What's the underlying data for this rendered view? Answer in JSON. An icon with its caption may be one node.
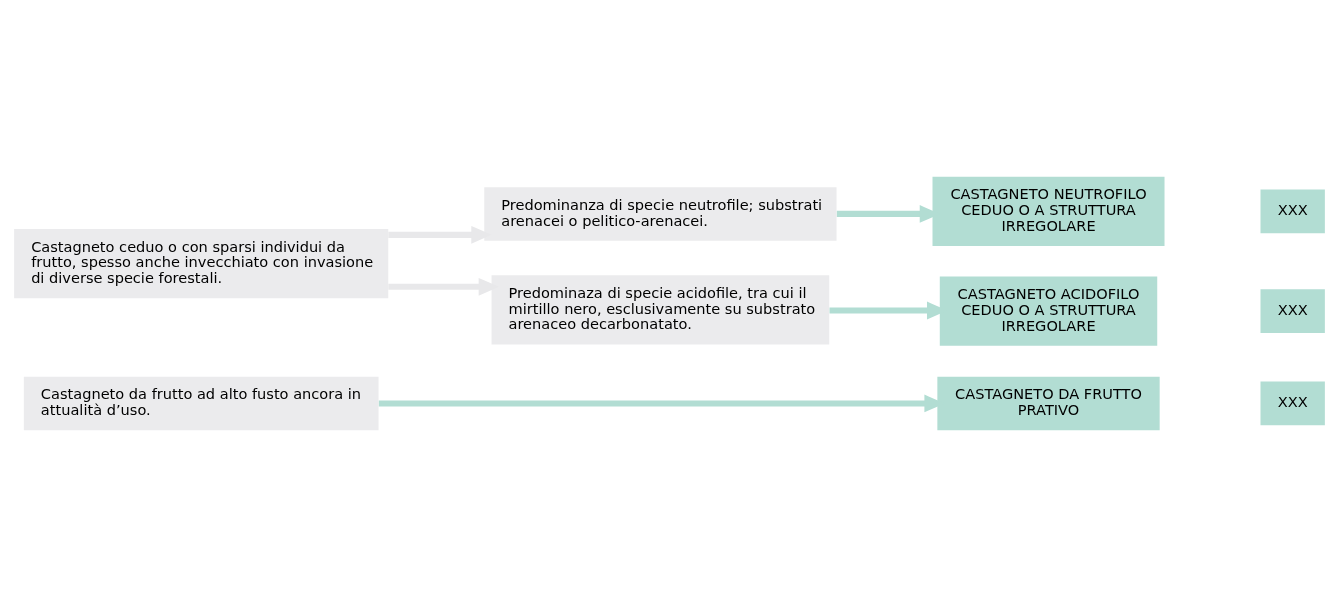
{
  "diagram": {
    "nodes": [
      {
        "text": [
          "Castagneto da frutto ad alto fusto ancora in attualità d’uso."
        ]
      },
      {
        "text": [
          "CASTAGNETO DA FRUTTO PRATIVO"
        ]
      },
      {
        "text": [
          "XXX"
        ]
      },
      {
        "text": [
          "Castagneto ceduo o con sparsi individui da frutto, spesso anche invecchiato con invasione di diverse specie forestali."
        ]
      },
      {
        "text": [
          "Predominanza di specie neutrofile; substrati arenacei o pelitico-arenacei."
        ]
      },
      {
        "text": [
          "CASTAGNETO NEUTROFILO CEDUO O A STRUTTURA IRREGOLARE"
        ]
      },
      {
        "text": [
          "XXX"
        ]
      },
      {
        "text": [
          "Predominaza di specie acidofile, tra cui il mirtillo nero, esclusivamente su substrato arenaceo decarbonatato."
        ]
      },
      {
        "text": [
          "CASTAGNETO ACIDOFILO CEDUO O A STRUTTURA IRREGOLARE"
        ]
      },
      {
        "text": [
          "XXX"
        ]
      }
    ],
    "edges": [
      {
        "from": 0,
        "to": 1,
        "arrow": "to"
      },
      {
        "from": 3,
        "to": 4,
        "arrow": "to",
        "color": "#e8e8ea"
      },
      {
        "from": 3,
        "to": 7,
        "arrow": "to",
        "color": "#e8e8ea"
      },
      {
        "from": 4,
        "to": 5,
        "arrow": "to"
      },
      {
        "from": 7,
        "to": 8,
        "arrow": "to"
      }
    ]
  }
}
